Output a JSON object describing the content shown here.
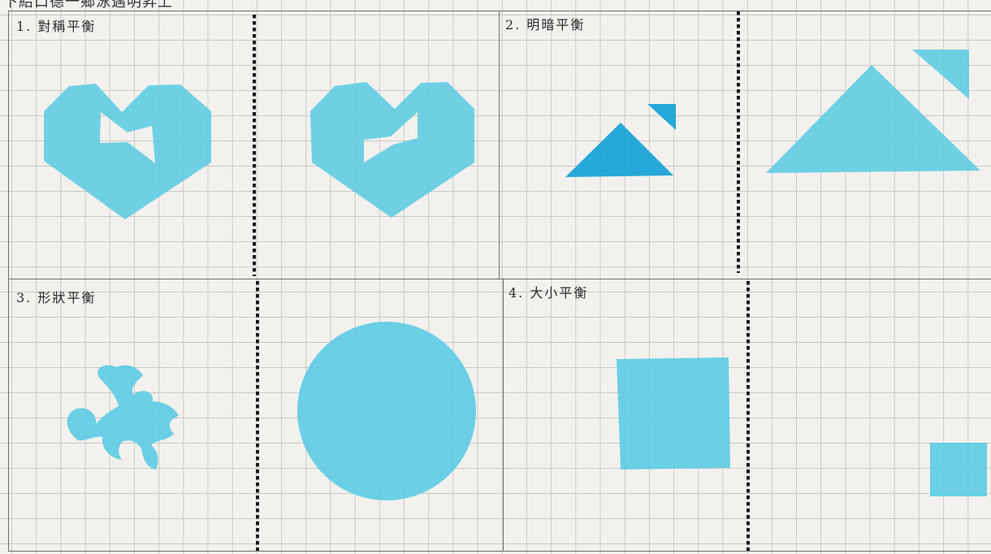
{
  "header_note": "下給口德一鄉泳邁明昇上",
  "sections": [
    {
      "number": "1.",
      "title": "對稱平衡"
    },
    {
      "number": "2.",
      "title": "明暗平衡"
    },
    {
      "number": "3.",
      "title": "形狀平衡"
    },
    {
      "number": "4.",
      "title": "大小平衡"
    }
  ],
  "colors": {
    "paper": "#f2f1ee",
    "grid_line": "#c9c9c6",
    "light_shape": "#5ccbe3",
    "dark_shape": "#1aa3d6"
  }
}
